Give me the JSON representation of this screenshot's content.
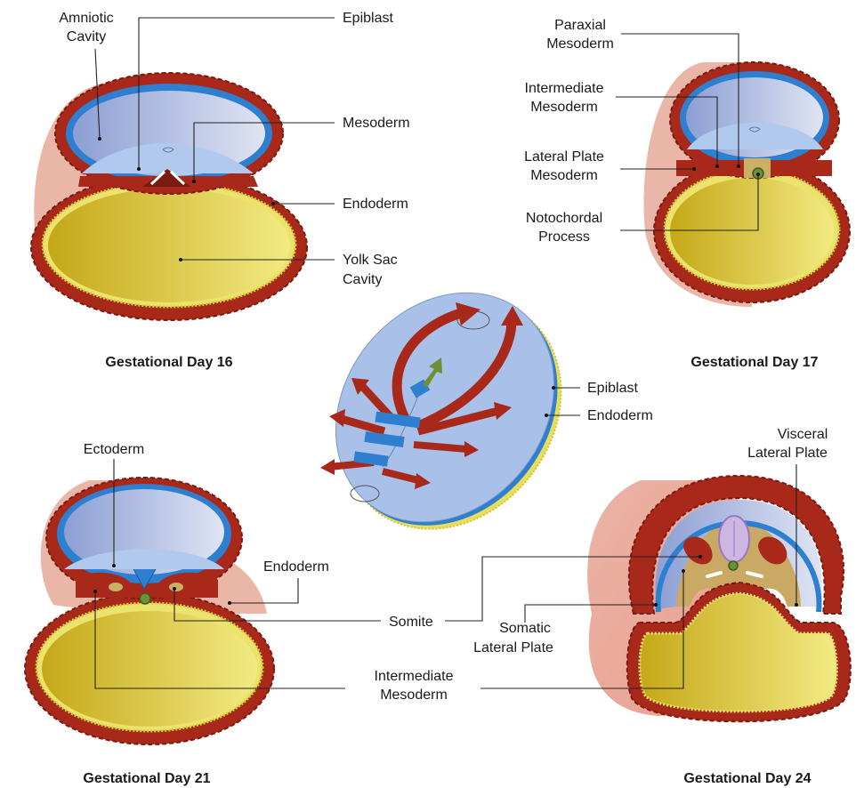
{
  "labels": {
    "amniotic_cavity": [
      "Amniotic",
      "Cavity"
    ],
    "epiblast_top": "Epiblast",
    "mesoderm": "Mesoderm",
    "endoderm_top": "Endoderm",
    "yolk_sac_cavity": [
      "Yolk Sac",
      "Cavity"
    ],
    "paraxial_mesoderm": [
      "Paraxial",
      "Mesoderm"
    ],
    "intermediate_mesoderm_top": [
      "Intermediate",
      "Mesoderm"
    ],
    "lateral_plate_mesoderm": [
      "Lateral Plate",
      "Mesoderm"
    ],
    "notochordal_process": [
      "Notochordal",
      "Process"
    ],
    "epiblast_mid": "Epiblast",
    "endoderm_mid": "Endoderm",
    "ectoderm": "Ectoderm",
    "endoderm_bottom": "Endoderm",
    "somite": "Somite",
    "somatic_lateral_plate": [
      "Somatic",
      "Lateral Plate"
    ],
    "visceral_lateral_plate": [
      "Visceral",
      "Lateral Plate"
    ],
    "intermediate_mesoderm_bottom": [
      "Intermediate",
      "Mesoderm"
    ]
  },
  "captions": {
    "day16": "Gestational Day 16",
    "day17": "Gestational Day 17",
    "day21": "Gestational Day 21",
    "day24": "Gestational Day 24"
  },
  "colors": {
    "ectoderm_blue": "#2f7fd0",
    "mesoderm_red": "#a8281a",
    "endoderm_yellow": "#e8e070",
    "yolk_gold": "#d8c640",
    "amnion_lilac": "#b9c4e6",
    "halo_pink": "#e8b3a6",
    "notochord_green": "#6d8f35",
    "disc_blue": "#a9c1e8"
  }
}
